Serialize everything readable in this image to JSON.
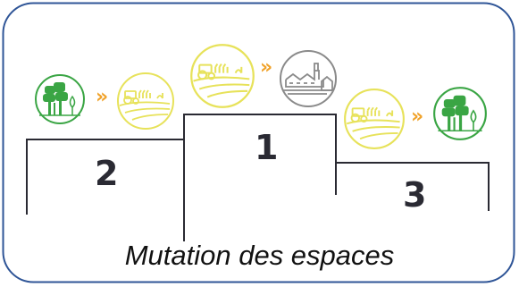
{
  "podium": {
    "first": "1",
    "second": "2",
    "third": "3"
  },
  "caption": "Mutation des espaces",
  "transitions": {
    "second": {
      "from": "forest-icon",
      "to": "farmland-icon",
      "arrow": "»"
    },
    "first": {
      "from": "farmland-icon",
      "to": "factory-icon",
      "arrow": "»"
    },
    "third": {
      "from": "farmland-icon",
      "to": "forest-icon",
      "arrow": "»"
    }
  },
  "colors": {
    "frame_border": "#2f5597",
    "forest": "#3aa544",
    "farmland": "#e7e25a",
    "industry": "#8a8a8a",
    "arrow": "#f0a22a",
    "podium_lines": "#2a2a33"
  }
}
